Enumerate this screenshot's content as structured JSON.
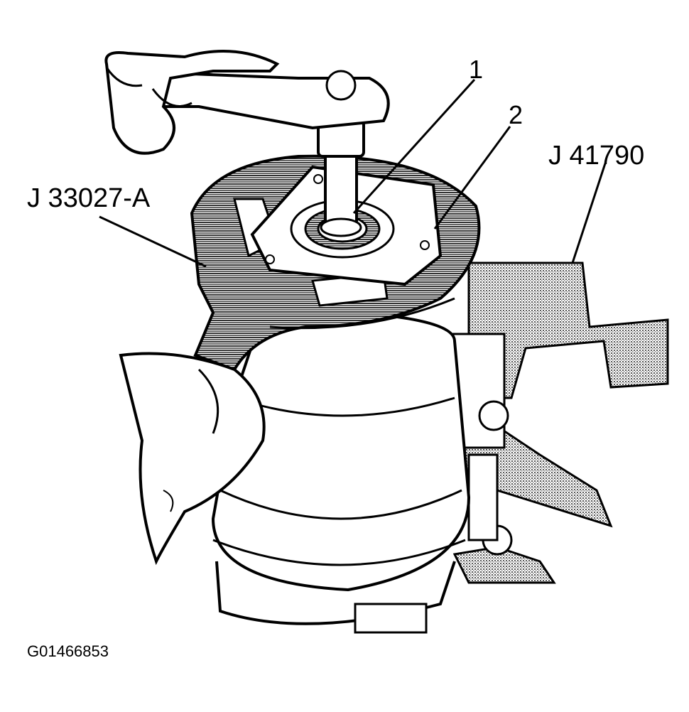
{
  "figure": {
    "callouts": {
      "item_1": "1",
      "item_2": "2",
      "tool_left": "J 33027-A",
      "tool_right": "J 41790"
    },
    "figure_id": "G01466853",
    "colors": {
      "ink": "#000000",
      "paper": "#ffffff",
      "shade": "#7a7a7a"
    }
  }
}
